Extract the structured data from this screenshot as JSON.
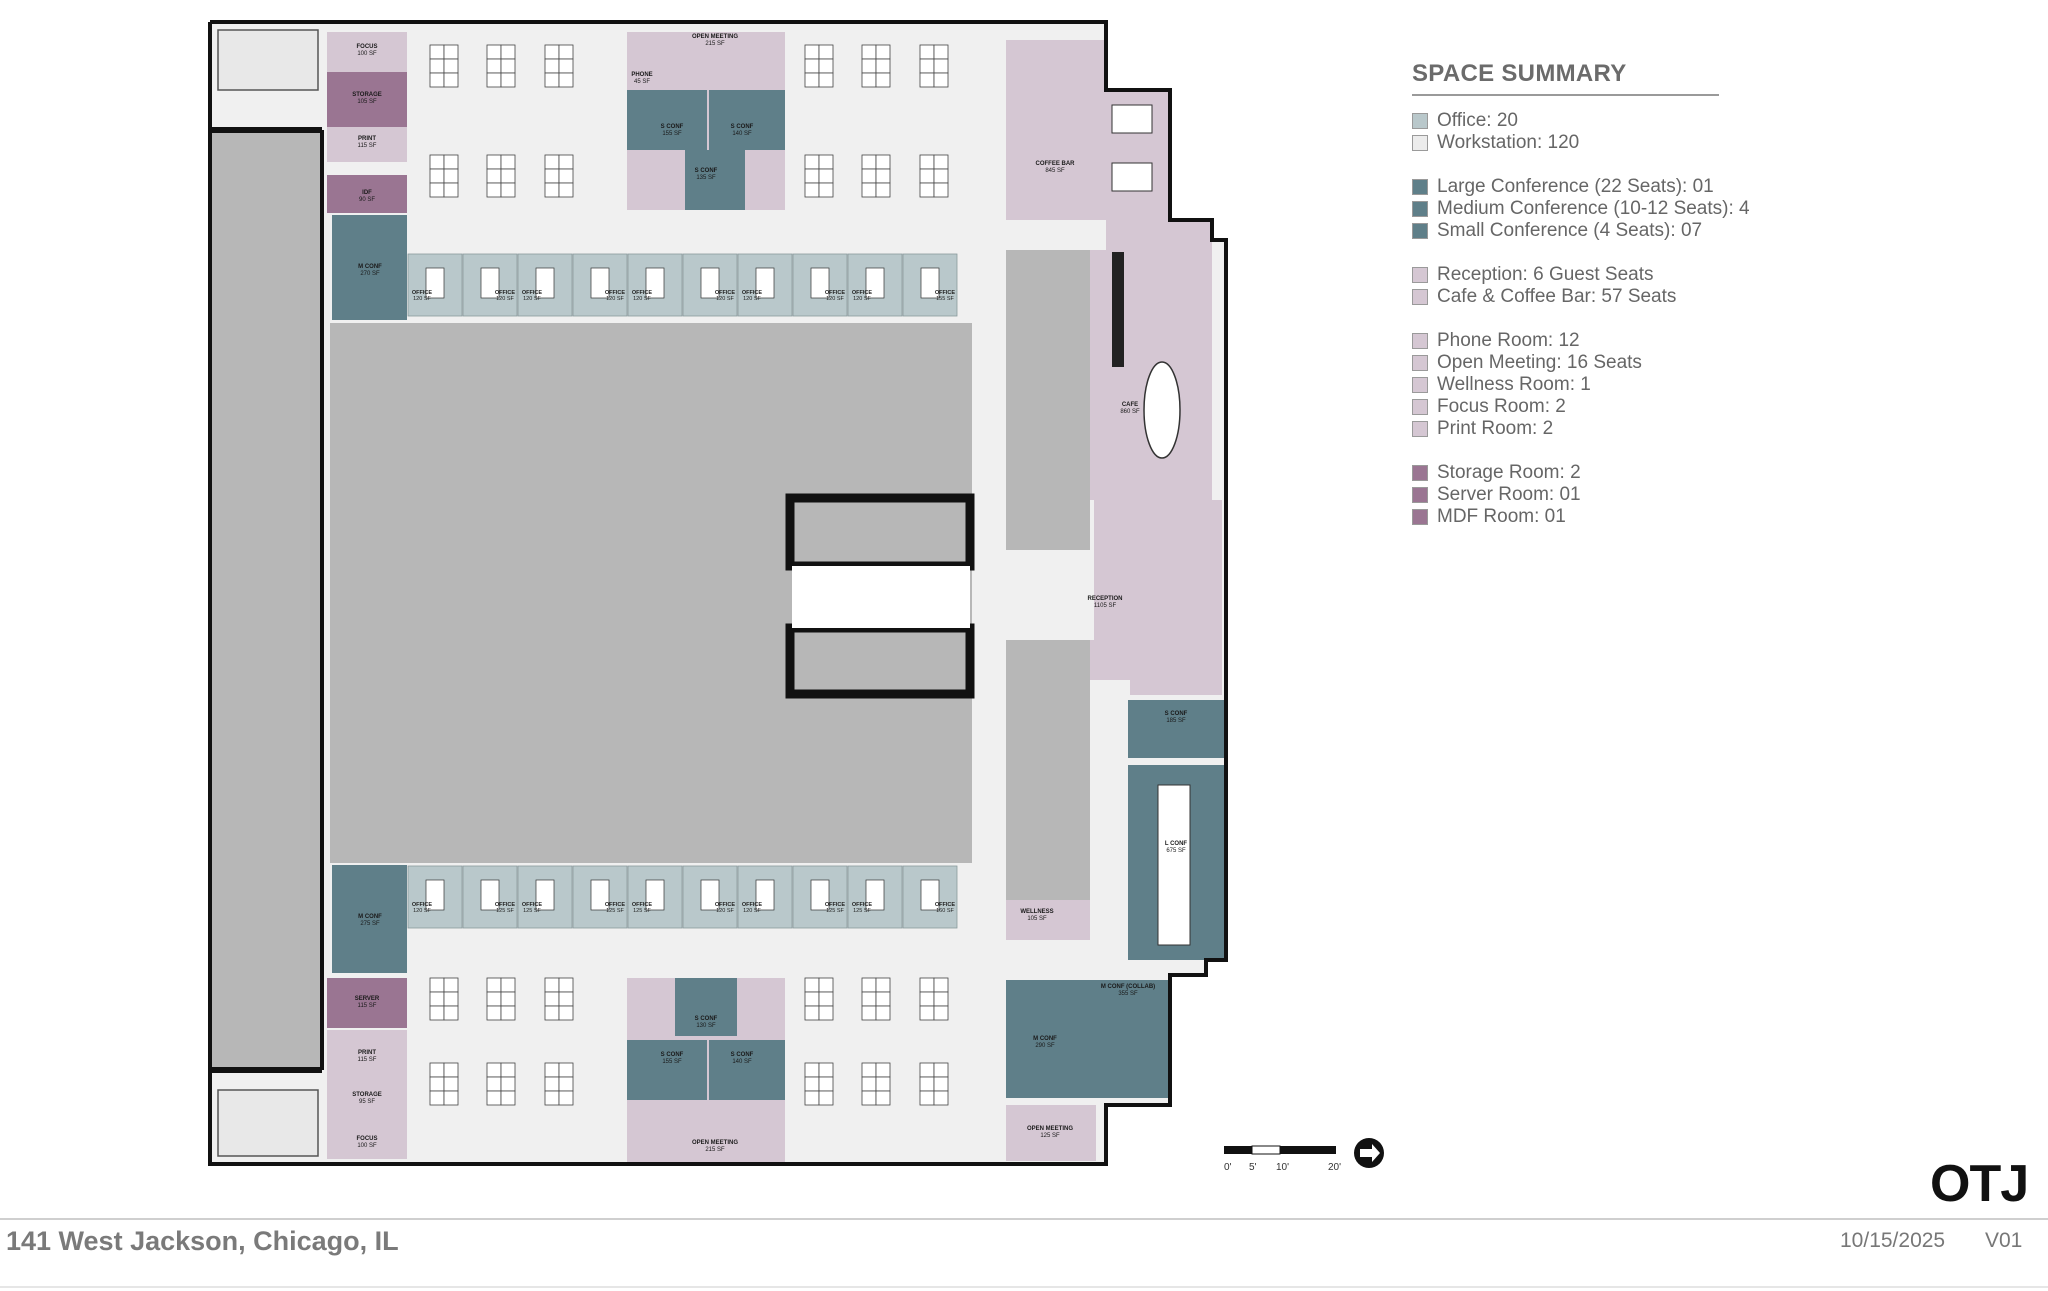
{
  "summary": {
    "title": "SPACE SUMMARY",
    "groups": [
      [
        {
          "label": "Office: 20",
          "color": "#b9c8cb"
        },
        {
          "label": "Workstation: 120",
          "color": "#ececec"
        }
      ],
      [
        {
          "label": "Large Conference (22 Seats): 01",
          "color": "#5f7f89"
        },
        {
          "label": "Medium Conference (10-12 Seats): 4",
          "color": "#5f7f89"
        },
        {
          "label": "Small Conference (4 Seats): 07",
          "color": "#5f7f89"
        }
      ],
      [
        {
          "label": "Reception: 6 Guest Seats",
          "color": "#d5c7d3"
        },
        {
          "label": "Cafe & Coffee Bar: 57 Seats",
          "color": "#d5c7d3"
        }
      ],
      [
        {
          "label": "Phone Room: 12",
          "color": "#d5c7d3"
        },
        {
          "label": "Open Meeting: 16 Seats",
          "color": "#d5c7d3"
        },
        {
          "label": "Wellness Room: 1",
          "color": "#d5c7d3"
        },
        {
          "label": "Focus Room: 2",
          "color": "#d5c7d3"
        },
        {
          "label": "Print Room: 2",
          "color": "#d5c7d3"
        }
      ],
      [
        {
          "label": "Storage Room: 2",
          "color": "#9a7592"
        },
        {
          "label": "Server Room: 01",
          "color": "#9a7592"
        },
        {
          "label": "MDF Room: 01",
          "color": "#9a7592"
        }
      ]
    ]
  },
  "rooms": [
    {
      "name": "FOCUS",
      "area": "100 SF"
    },
    {
      "name": "STORAGE",
      "area": "105 SF"
    },
    {
      "name": "PRINT",
      "area": "115 SF"
    },
    {
      "name": "IDF",
      "area": "90 SF"
    },
    {
      "name": "M CONF",
      "area": "270 SF"
    },
    {
      "name": "OPEN MEETING",
      "area": "215 SF"
    },
    {
      "name": "PHONE",
      "area": "45 SF"
    },
    {
      "name": "S CONF",
      "area": "155 SF"
    },
    {
      "name": "S CONF",
      "area": "140 SF"
    },
    {
      "name": "S CONF",
      "area": "135 SF"
    },
    {
      "name": "COFFEE BAR",
      "area": "845 SF"
    },
    {
      "name": "CAFE",
      "area": "860 SF"
    },
    {
      "name": "RECEPTION",
      "area": "1105 SF"
    },
    {
      "name": "S CONF",
      "area": "185 SF"
    },
    {
      "name": "L CONF",
      "area": "675 SF"
    },
    {
      "name": "WELLNESS",
      "area": "105 SF"
    },
    {
      "name": "M CONF (COLLAB)",
      "area": "355 SF"
    },
    {
      "name": "M CONF",
      "area": "290 SF"
    },
    {
      "name": "OPEN MEETING",
      "area": "125 SF"
    },
    {
      "name": "M CONF",
      "area": "275 SF"
    },
    {
      "name": "SERVER",
      "area": "115 SF"
    },
    {
      "name": "PRINT",
      "area": "115 SF"
    },
    {
      "name": "STORAGE",
      "area": "95 SF"
    },
    {
      "name": "FOCUS",
      "area": "100 SF"
    },
    {
      "name": "OPEN MEETING",
      "area": "215 SF"
    },
    {
      "name": "S CONF",
      "area": "130 SF"
    },
    {
      "name": "S CONF",
      "area": "155 SF"
    },
    {
      "name": "S CONF",
      "area": "140 SF"
    }
  ],
  "offices": {
    "name": "OFFICE",
    "top_areas": [
      "120 SF",
      "120 SF",
      "120 SF",
      "120 SF",
      "120 SF",
      "120 SF",
      "120 SF",
      "120 SF",
      "120 SF",
      "155 SF"
    ],
    "bottom_areas": [
      "120 SF",
      "125 SF",
      "125 SF",
      "125 SF",
      "125 SF",
      "120 SF",
      "120 SF",
      "125 SF",
      "125 SF",
      "160 SF"
    ]
  },
  "scale": {
    "ticks": [
      "0'",
      "5'",
      "10'",
      "20'"
    ]
  },
  "footer": {
    "logo": "OTJ",
    "address": "141 West Jackson, Chicago, IL",
    "date": "10/15/2025",
    "version": "V01"
  },
  "colors": {
    "office": "#b9c8cb",
    "workstation": "#ececec",
    "conference": "#5f7f89",
    "amenity": "#d5c7d3",
    "support": "#9a7592",
    "core": "#b7b7b7",
    "corridor": "#f0f0f0",
    "wall": "#111111"
  }
}
